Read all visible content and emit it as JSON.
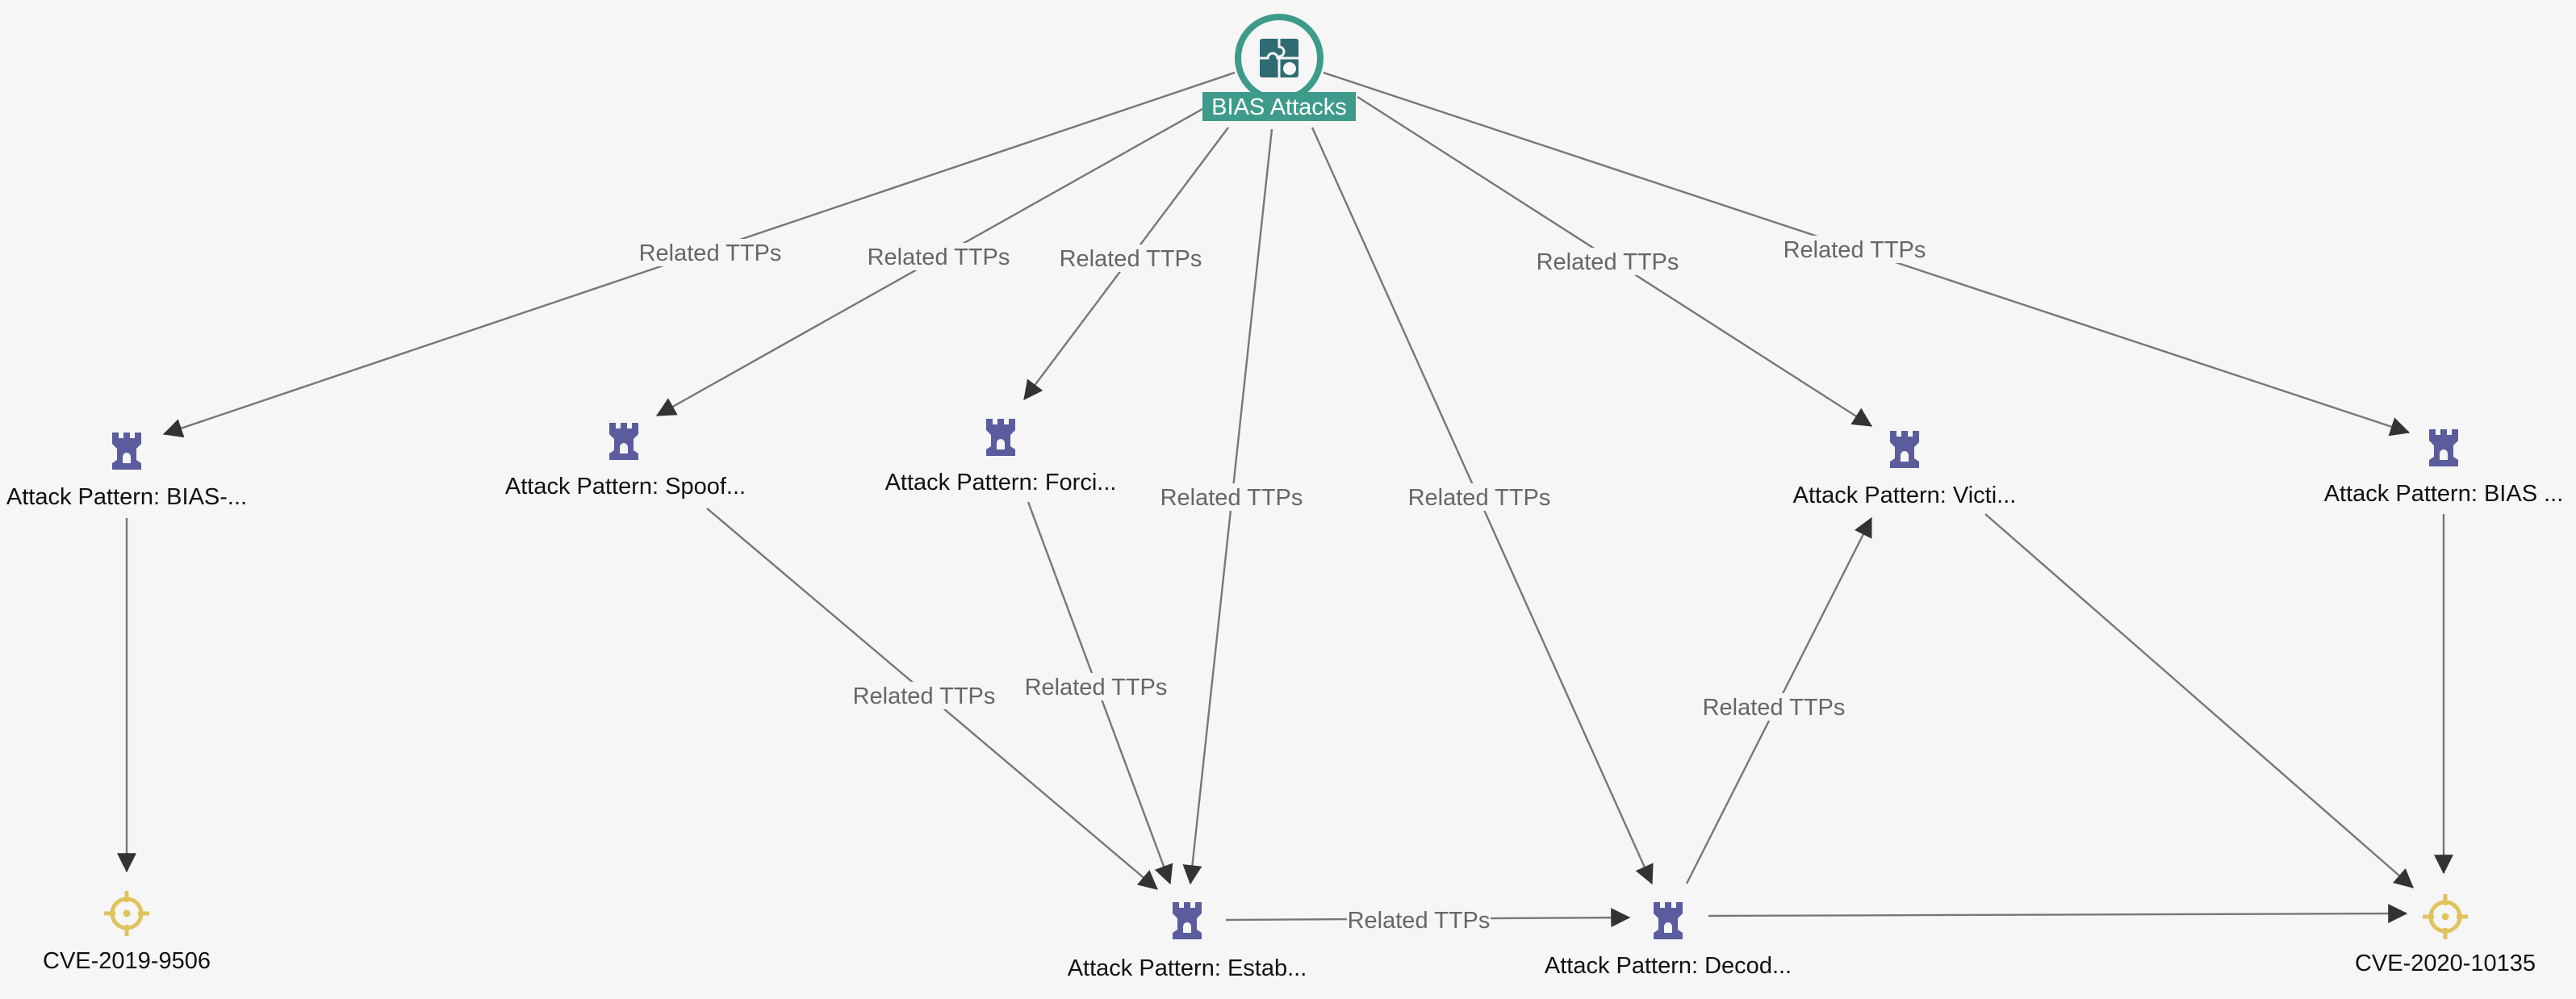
{
  "graph": {
    "colors": {
      "root_ring": "#3e9a8a",
      "root_label_bg": "#3e9a8a",
      "attack_pattern_icon": "#5a5c9e",
      "vulnerability_icon": "#e0c35d",
      "edge": "#777777"
    },
    "nodes": [
      {
        "id": "root",
        "type": "intrusion-set",
        "icon": "puzzle-icon",
        "label": "BIAS Attacks"
      },
      {
        "id": "ap1",
        "type": "attack-pattern",
        "icon": "chess-rook-icon",
        "label": "Attack Pattern: BIAS-..."
      },
      {
        "id": "ap2",
        "type": "attack-pattern",
        "icon": "chess-rook-icon",
        "label": "Attack Pattern: Spoof..."
      },
      {
        "id": "ap3",
        "type": "attack-pattern",
        "icon": "chess-rook-icon",
        "label": "Attack Pattern: Forci..."
      },
      {
        "id": "ap4",
        "type": "attack-pattern",
        "icon": "chess-rook-icon",
        "label": "Attack Pattern: Victi..."
      },
      {
        "id": "ap5",
        "type": "attack-pattern",
        "icon": "chess-rook-icon",
        "label": "Attack Pattern: BIAS ..."
      },
      {
        "id": "ap6",
        "type": "attack-pattern",
        "icon": "chess-rook-icon",
        "label": "Attack Pattern: Estab..."
      },
      {
        "id": "ap7",
        "type": "attack-pattern",
        "icon": "chess-rook-icon",
        "label": "Attack Pattern: Decod..."
      },
      {
        "id": "cve1",
        "type": "vulnerability",
        "icon": "crosshair-icon",
        "label": "CVE-2019-9506"
      },
      {
        "id": "cve2",
        "type": "vulnerability",
        "icon": "crosshair-icon",
        "label": "CVE-2020-10135"
      }
    ],
    "edges": [
      {
        "from": "root",
        "to": "ap1",
        "label": "Related TTPs"
      },
      {
        "from": "root",
        "to": "ap2",
        "label": "Related TTPs"
      },
      {
        "from": "root",
        "to": "ap3",
        "label": "Related TTPs"
      },
      {
        "from": "root",
        "to": "ap6",
        "label": "Related TTPs"
      },
      {
        "from": "root",
        "to": "ap7",
        "label": "Related TTPs"
      },
      {
        "from": "root",
        "to": "ap4",
        "label": "Related TTPs"
      },
      {
        "from": "root",
        "to": "ap5",
        "label": "Related TTPs"
      },
      {
        "from": "ap1",
        "to": "cve1",
        "label": ""
      },
      {
        "from": "ap2",
        "to": "ap6",
        "label": "Related TTPs"
      },
      {
        "from": "ap3",
        "to": "ap6",
        "label": "Related TTPs"
      },
      {
        "from": "ap6",
        "to": "ap7",
        "label": "Related TTPs"
      },
      {
        "from": "ap7",
        "to": "ap4",
        "label": "Related TTPs"
      },
      {
        "from": "ap4",
        "to": "cve2",
        "label": ""
      },
      {
        "from": "ap5",
        "to": "cve2",
        "label": ""
      },
      {
        "from": "ap7",
        "to": "cve2",
        "label": ""
      }
    ]
  }
}
